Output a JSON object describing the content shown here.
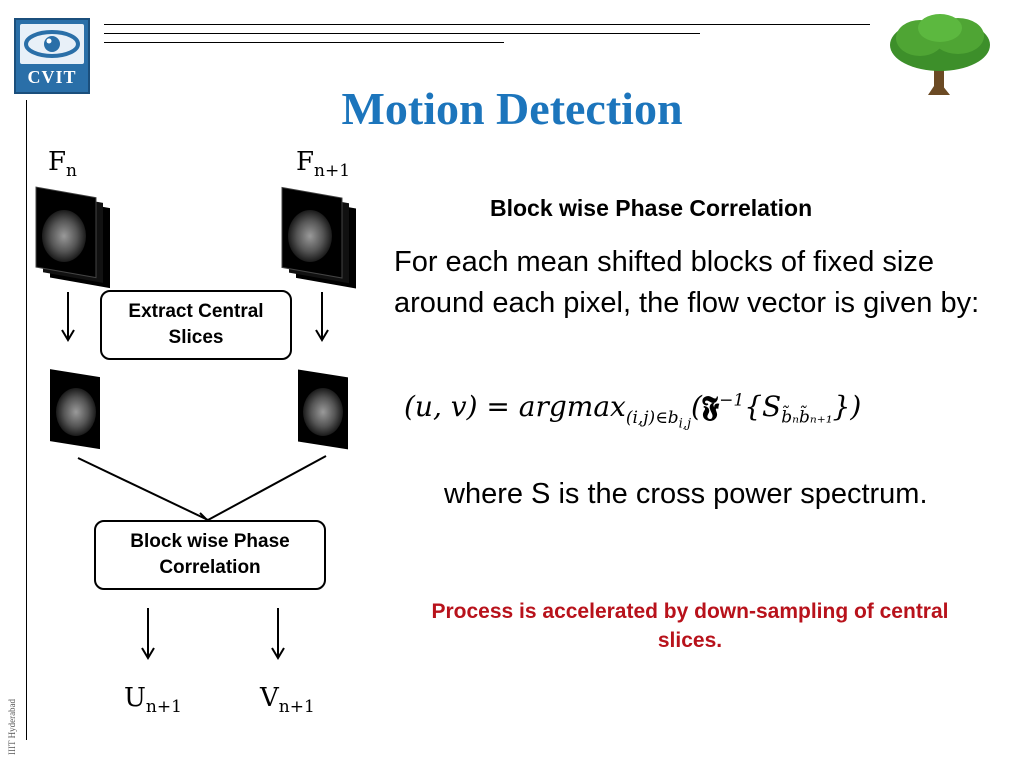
{
  "logo": {
    "text": "CVIT"
  },
  "title": "Motion Detection",
  "sidebar": {
    "text": "IIIT Hyderabad"
  },
  "diagram": {
    "frame_n": {
      "base": "F",
      "sub": "n"
    },
    "frame_n1": {
      "base": "F",
      "sub": "n+1"
    },
    "extract_box": "Extract Central Slices",
    "correlation_box": "Block wise Phase Correlation",
    "out_u": {
      "base": "U",
      "sub": "n+1"
    },
    "out_v": {
      "base": "V",
      "sub": "n+1"
    }
  },
  "content": {
    "heading": "Block wise Phase Correlation",
    "paragraph": "For each mean shifted blocks of fixed size around each pixel,  the flow vector is given by:",
    "formula": {
      "lhs": "(u, v) = argmax",
      "lhs_sub": "(i,j)∈b",
      "lhs_sub2": "i,j",
      "fourier": "𝕱",
      "fourier_sup": "−1",
      "s": "S",
      "s_sub": "b̃ₙb̃ₙ₊₁"
    },
    "where": "where S is the cross power spectrum.",
    "note": "Process is accelerated by down-sampling of central slices."
  },
  "colors": {
    "title": "#1c75bc",
    "note": "#b8121b",
    "tree": "#3d8f2a"
  }
}
